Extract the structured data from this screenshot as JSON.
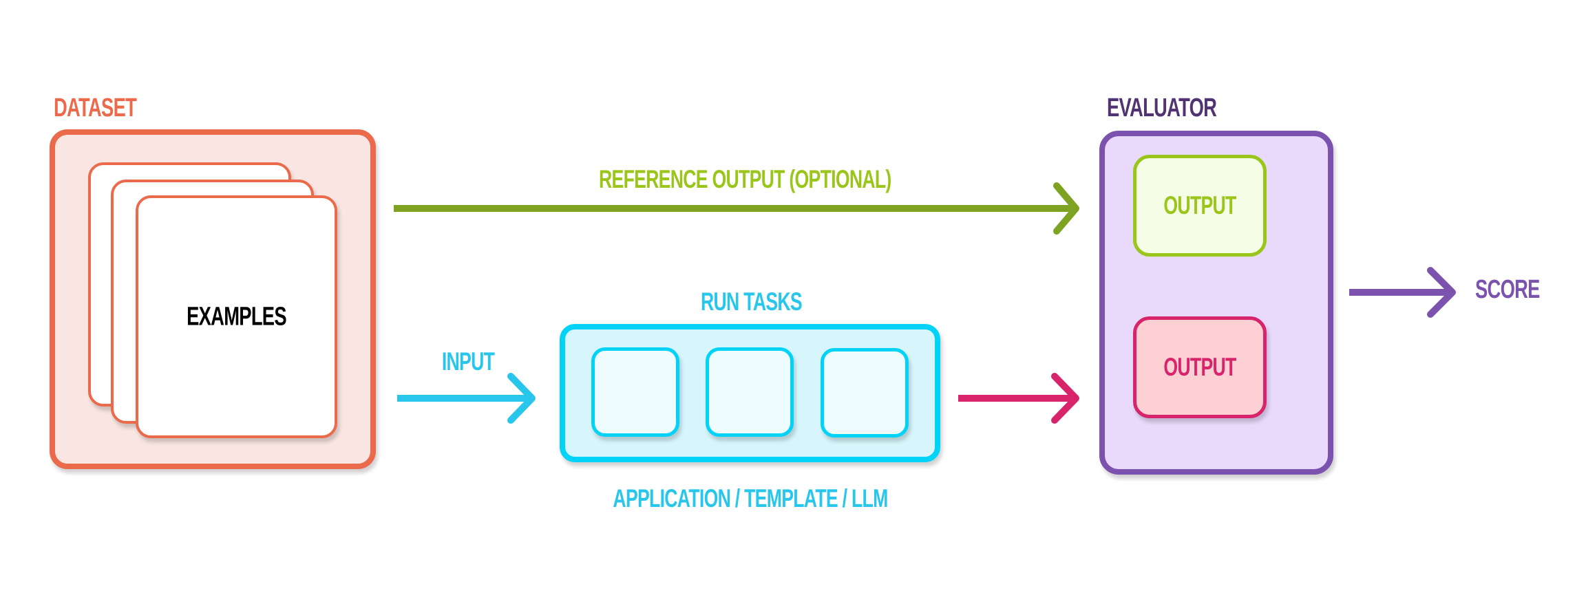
{
  "colors": {
    "dataset": "#ea6a4b",
    "dataset_fill": "#f9e6e2",
    "reference": "#7ea322",
    "reference_text": "#9ac51a",
    "input": "#29c6ec",
    "tasks_border": "#00d3f7",
    "tasks_fill": "#d7f6fc",
    "tasks_card_fill": "#effcfe",
    "output_pink": "#d8246a",
    "output_pink_fill": "#fdd0d3",
    "evaluator": "#7b52ad",
    "evaluator_fill": "#e9dafc",
    "evaluator_title": "#513272",
    "output_green_fill": "#f5fde7",
    "output_green_border": "#9ac51a"
  },
  "dataset": {
    "title": "DATASET",
    "card_label": "EXAMPLES"
  },
  "reference_arrow": {
    "label": "REFERENCE OUTPUT (OPTIONAL)"
  },
  "input_arrow": {
    "label": "INPUT"
  },
  "tasks": {
    "title": "RUN TASKS",
    "caption": "APPLICATION / TEMPLATE / LLM",
    "card_count": 3
  },
  "evaluator": {
    "title": "EVALUATOR",
    "reference_output_label": "OUTPUT",
    "task_output_label": "OUTPUT"
  },
  "score": {
    "label": "SCORE"
  }
}
